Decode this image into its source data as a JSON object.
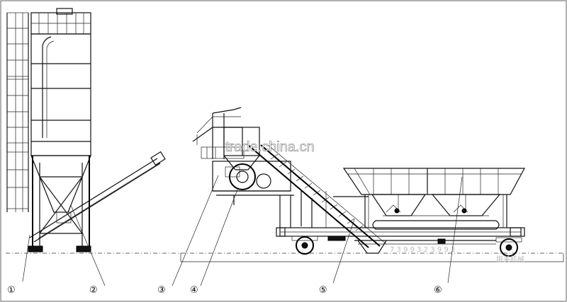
{
  "watermark": {
    "site": "trade.china.cn",
    "sub_digits": "7 3 9 9 3 2 3 9 9 3",
    "sub_text": "振美机械"
  },
  "callouts": [
    {
      "id": "callout-1",
      "label": "①"
    },
    {
      "id": "callout-2",
      "label": "②"
    },
    {
      "id": "callout-3",
      "label": "③"
    },
    {
      "id": "callout-4",
      "label": "④"
    },
    {
      "id": "callout-5",
      "label": "⑤"
    },
    {
      "id": "callout-6",
      "label": "⑥"
    }
  ]
}
